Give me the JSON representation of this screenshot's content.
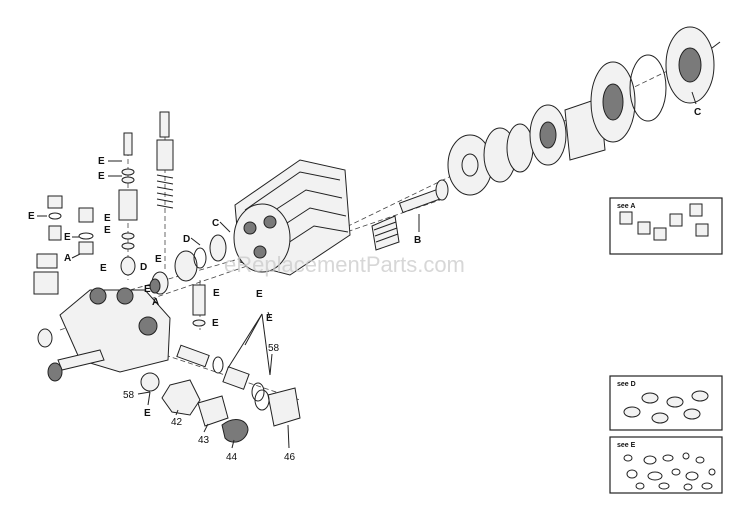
{
  "watermark": "eReplacementParts.com",
  "callouts": {
    "A": "A",
    "B": "B",
    "C": "C",
    "D": "D",
    "E": "E",
    "n42": "42",
    "n43": "43",
    "n44": "44",
    "n46": "46",
    "n58": "58"
  },
  "insets": {
    "a_title": "see A",
    "d_title": "see D",
    "e_title": "see E"
  }
}
